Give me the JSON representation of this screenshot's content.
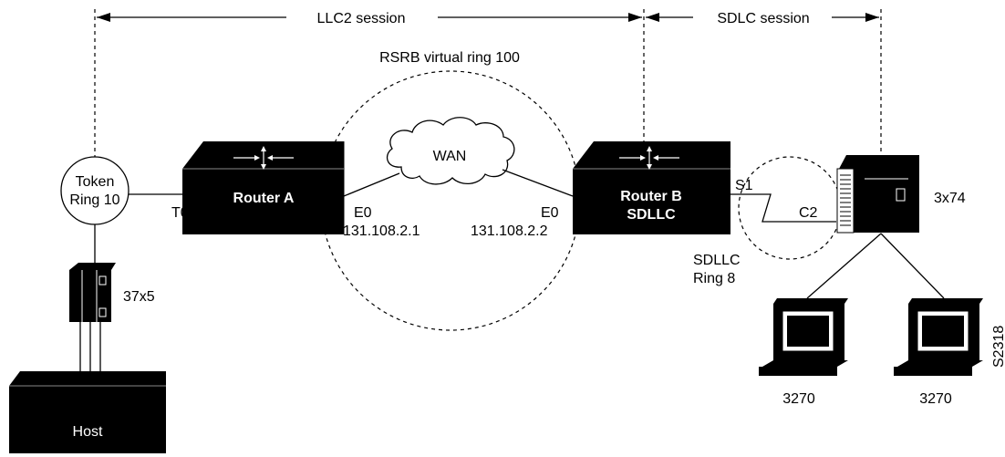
{
  "sessions": {
    "llc2": "LLC2 session",
    "sdlc": "SDLC session"
  },
  "rsrb": {
    "label": "RSRB virtual ring 100"
  },
  "token_ring": {
    "line1": "Token",
    "line2": "Ring 10"
  },
  "router_a": {
    "name": "Router A",
    "port_left": "T0",
    "port_right": "E0",
    "ip": "131.108.2.1"
  },
  "wan": {
    "label": "WAN"
  },
  "router_b": {
    "name": "Router B",
    "mode": "SDLLC",
    "port_left": "E0",
    "ip": "131.108.2.2",
    "port_serial": "S1"
  },
  "sdllc_ring": {
    "line1": "SDLLC",
    "line2": "Ring 8"
  },
  "controller": {
    "port": "C2",
    "label": "3x74"
  },
  "fep": {
    "label": "37x5"
  },
  "host": {
    "label": "Host"
  },
  "terminals": [
    {
      "label": "3270"
    },
    {
      "label": "3270"
    }
  ],
  "figure_id": "S2318",
  "icons": [
    "router-icon",
    "cloud-icon",
    "fep-icon",
    "controller-icon",
    "terminal-icon",
    "host-icon"
  ]
}
